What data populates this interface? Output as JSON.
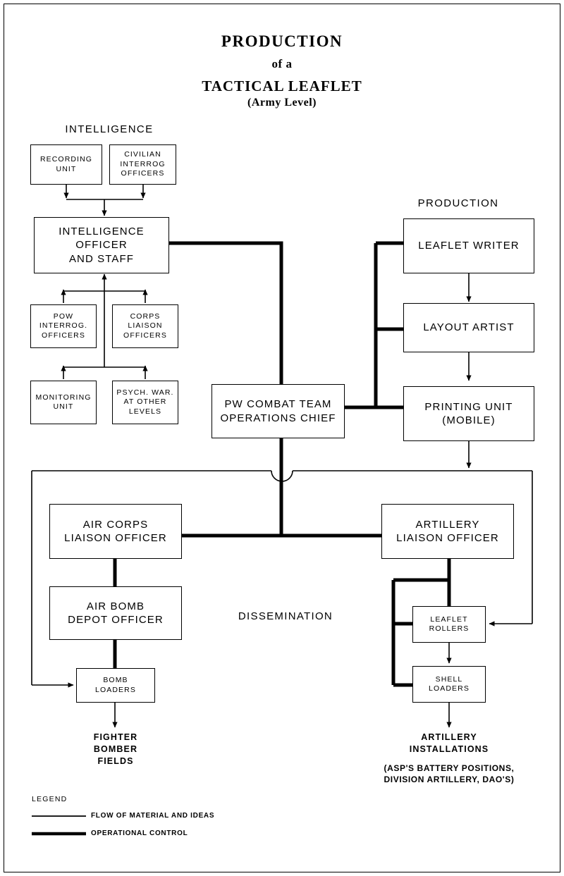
{
  "title": {
    "line1": "PRODUCTION",
    "line2": "of a",
    "line3": "TACTICAL LEAFLET",
    "line4": "(Army Level)"
  },
  "sections": {
    "intelligence": "INTELLIGENCE",
    "production": "PRODUCTION",
    "dissemination": "DISSEMINATION"
  },
  "boxes": {
    "recording_unit": "RECORDING\nUNIT",
    "civilian_interrog": "CIVILIAN\nINTERROG\nOFFICERS",
    "intelligence_officer": "INTELLIGENCE\nOFFICER\nAND STAFF",
    "pow_interrog": "POW\nINTERROG.\nOFFICERS",
    "corps_liaison": "CORPS\nLIAISON\nOFFICERS",
    "monitoring_unit": "MONITORING\nUNIT",
    "psych_war": "PSYCH. WAR.\nAT OTHER\nLEVELS",
    "pw_combat_team": "PW COMBAT TEAM\nOPERATIONS CHIEF",
    "leaflet_writer": "LEAFLET WRITER",
    "layout_artist": "LAYOUT ARTIST",
    "printing_unit": "PRINTING UNIT\n(MOBILE)",
    "air_corps_liaison": "AIR CORPS\nLIAISON OFFICER",
    "air_bomb_depot": "AIR BOMB\nDEPOT OFFICER",
    "bomb_loaders": "BOMB\nLOADERS",
    "artillery_liaison": "ARTILLERY\nLIAISON OFFICER",
    "leaflet_rollers": "LEAFLET\nROLLERS",
    "shell_loaders": "SHELL\nLOADERS"
  },
  "endpoints": {
    "fighter_bomber_fields": "FIGHTER\nBOMBER\nFIELDS",
    "artillery_installations": "ARTILLERY\nINSTALLATIONS",
    "artillery_note": "(ASP'S BATTERY POSITIONS,\nDIVISION ARTILLERY, DAO'S)"
  },
  "legend": {
    "title": "LEGEND",
    "items": [
      {
        "label": "FLOW OF MATERIAL AND IDEAS",
        "style": "thin"
      },
      {
        "label": "OPERATIONAL CONTROL",
        "style": "thick"
      }
    ]
  },
  "colors": {
    "ink": "#000000",
    "paper": "#ffffff"
  }
}
